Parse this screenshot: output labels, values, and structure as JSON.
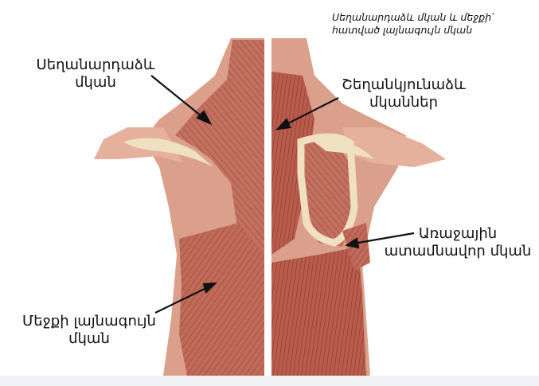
{
  "caption": {
    "line1": "Սեղանարդաձև մկան և մեջքի՝",
    "line2": "հատված լայնագույն մկան"
  },
  "labels": {
    "trapezius": {
      "line1": "Սեղանարդաձև",
      "line2": "մկան"
    },
    "rhomboids": {
      "line1": "Շեղանկյունաձև",
      "line2": "մկաններ"
    },
    "serratus": {
      "line1": "Առաջային",
      "line2": "ատամնավոր մկան"
    },
    "latissimus": {
      "line1": "Մեջքի լայնագույն",
      "line2": "մկան"
    }
  },
  "colors": {
    "muscle_dark": "#a9493f",
    "muscle_mid": "#c7705f",
    "muscle_light": "#dc9b83",
    "bone": "#efe0c2",
    "skin": "#e7b49d"
  }
}
